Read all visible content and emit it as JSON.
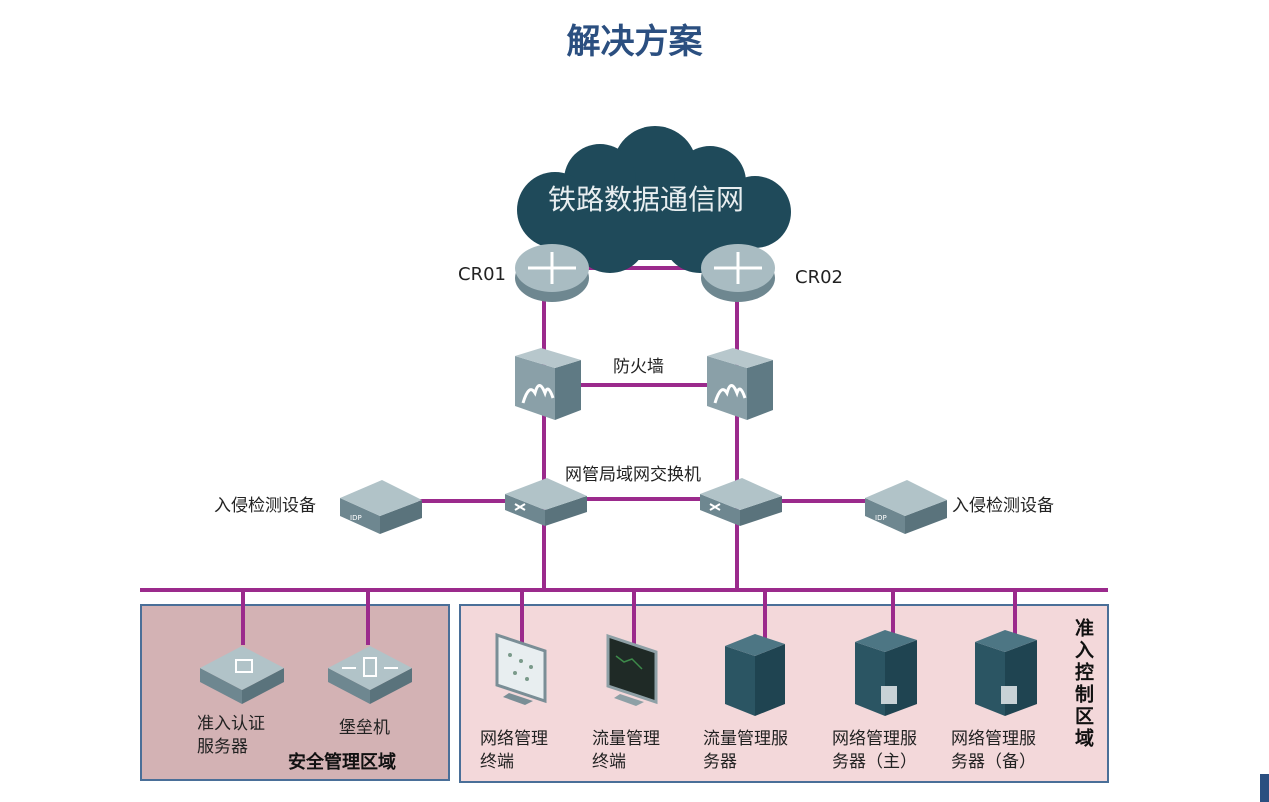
{
  "title": "解决方案",
  "cloud": {
    "label": "铁路数据通信网"
  },
  "routers": [
    {
      "label": "CR01"
    },
    {
      "label": "CR02"
    }
  ],
  "firewall_label": "防火墙",
  "switch_label": "网管局域网交换机",
  "idp": [
    {
      "label": "入侵检测设备",
      "badge": "IDP"
    },
    {
      "label": "入侵检测设备",
      "badge": "IDP"
    }
  ],
  "zones": {
    "security": {
      "label": "安全管理区域",
      "devices": [
        {
          "line1": "准入认证",
          "line2": "服务器"
        },
        {
          "line1": "堡垒机",
          "line2": ""
        }
      ]
    },
    "access": {
      "label": "准入控制区域",
      "devices": [
        {
          "line1": "网络管理",
          "line2": "终端"
        },
        {
          "line1": "流量管理",
          "line2": "终端"
        },
        {
          "line1": "流量管理服",
          "line2": "务器"
        },
        {
          "line1": "网络管理服",
          "line2": "务器（主）"
        },
        {
          "line1": "网络管理服",
          "line2": "务器（备）"
        }
      ]
    }
  },
  "colors": {
    "link": "#9b2a8c",
    "title": "#2b4f80",
    "cloud": "#1f4a5a",
    "zone_security": "#d3b2b4",
    "zone_access": "#f3d8da",
    "zone_border": "#4a6f98"
  }
}
